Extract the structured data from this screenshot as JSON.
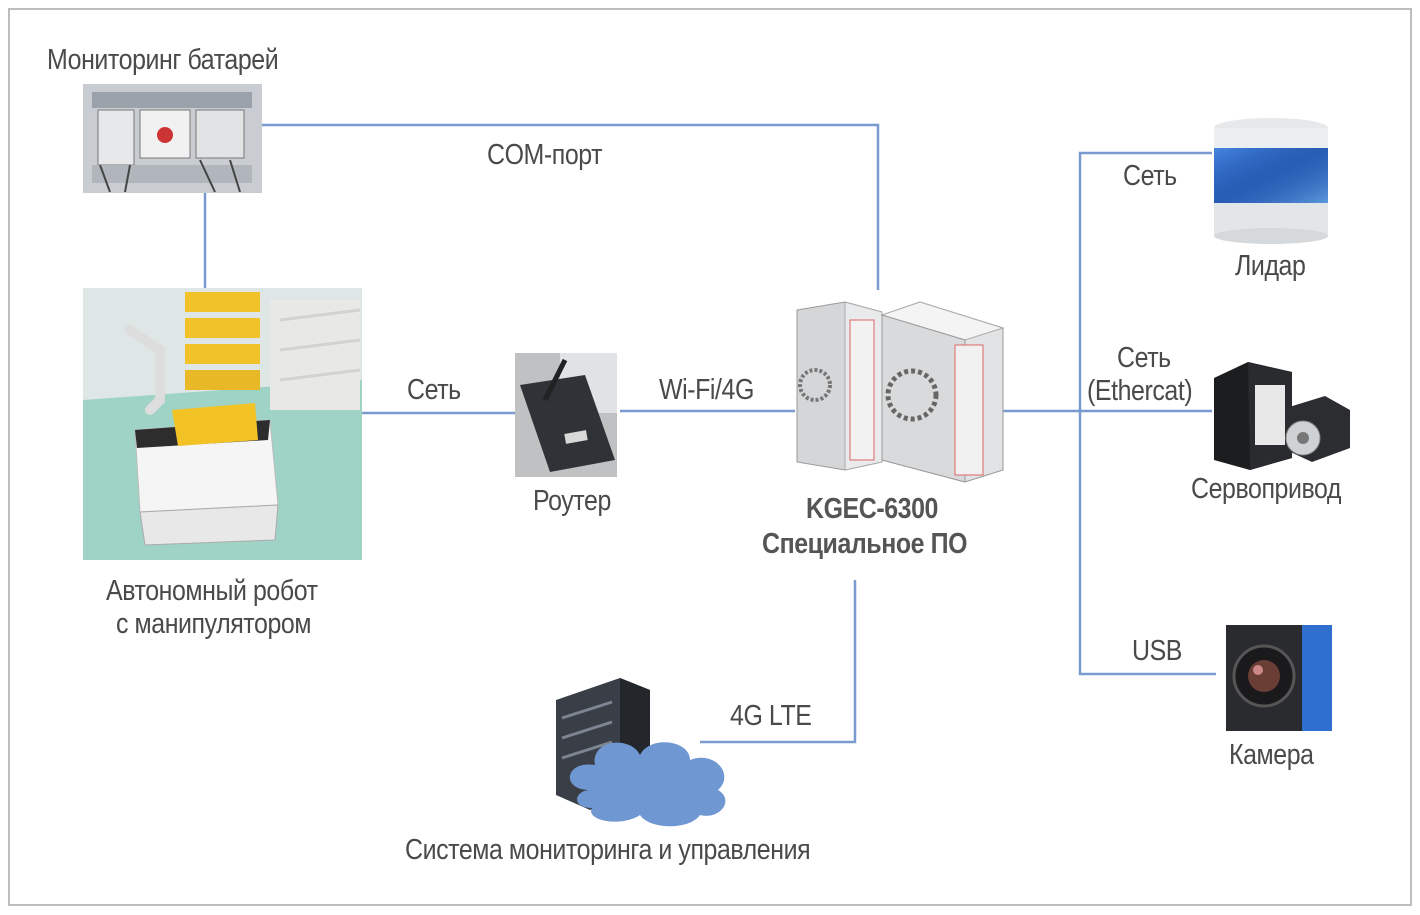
{
  "nodes": {
    "battery": "Мониторинг батарей",
    "robot_line1": "Автономный робот",
    "robot_line2": "с манипулятором",
    "router": "Роутер",
    "controller_line1": "KGEC-6300",
    "controller_line2": "Специальное ПО",
    "lidar": "Лидар",
    "servo": "Сервопривод",
    "camera": "Камера",
    "monitoring_system": "Система мониторинга и управления"
  },
  "links": {
    "com_port": "COM-порт",
    "robot_router": "Сеть",
    "router_controller": "Wi-Fi/4G",
    "lidar": "Сеть",
    "servo_line1": "Сеть",
    "servo_line2": "(Ethercat)",
    "camera": "USB",
    "lte": "4G LTE"
  },
  "colors": {
    "line": "#7a9bd0",
    "cloud": "#6f97d2",
    "server": "#3a3f47"
  }
}
